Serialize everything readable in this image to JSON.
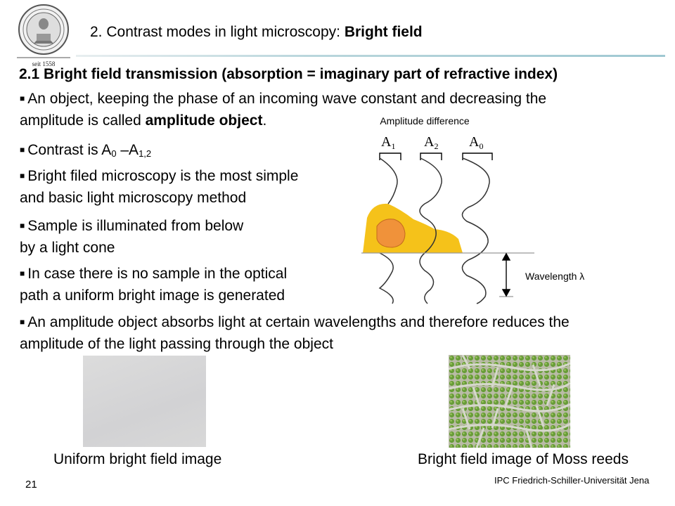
{
  "header": {
    "title_prefix": "2. Contrast modes in light microscopy: ",
    "title_bold": "Bright field",
    "seal_text": "seit 1558"
  },
  "section": {
    "heading": "2.1 Bright field transmission (absorption = imaginary part of refractive index)"
  },
  "bullets": {
    "b1_line1": "An object, keeping the phase of an incoming wave constant and decreasing the",
    "b1_line2_pre": "amplitude is called ",
    "b1_line2_bold": "amplitude object",
    "b1_line2_post": ".",
    "b2_pre": "Contrast is A",
    "b2_sub1": "0",
    "b2_mid": " –A",
    "b2_sub2": "1,2",
    "b3_line1": "Bright filed microscopy is the most simple",
    "b3_line2": "and basic light microscopy method",
    "b4_line1": "Sample is illuminated from below",
    "b4_line2": "by a light cone",
    "b5_line1": "In case there is no sample in the optical",
    "b5_line2": "path a uniform bright image is generated",
    "b6_line1": "An amplitude object absorbs light at certain wavelengths and therefore reduces the",
    "b6_line2": "amplitude of the light passing through the object"
  },
  "diagram": {
    "amplitude_label": "Amplitude difference",
    "wavelength_label": "Wavelength λ",
    "wave_a1_label": "A",
    "wave_a1_sub": "1",
    "wave_a2_label": "A",
    "wave_a2_sub": "2",
    "wave_a0_label": "A",
    "wave_a0_sub": "0",
    "colors": {
      "sample_outer": "#f5c21a",
      "sample_inner": "#f0923a"
    }
  },
  "images": {
    "uniform_caption": "Uniform bright field image",
    "moss_caption": "Bright field image of Moss reeds"
  },
  "footer": {
    "page_number": "21",
    "institution": "IPC Friedrich-Schiller-Universität  Jena"
  }
}
